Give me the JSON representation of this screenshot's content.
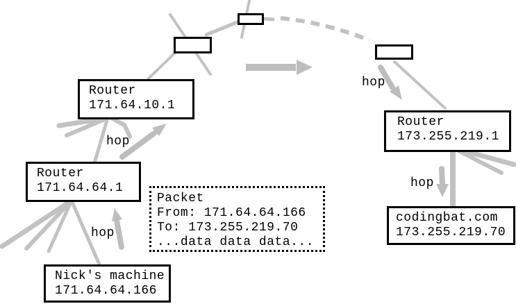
{
  "nodes": {
    "router_a": {
      "name": "Router",
      "ip": "171.64.10.1"
    },
    "router_b": {
      "name": "Router",
      "ip": "171.64.64.1"
    },
    "nick_machine": {
      "name": "Nick's machine",
      "ip": "171.64.64.166"
    },
    "router_c": {
      "name": "Router",
      "ip": "173.255.219.1"
    },
    "codingbat": {
      "name": "codingbat.com",
      "ip": "173.255.219.70"
    }
  },
  "packet": {
    "title": "Packet",
    "from_line": "From: 171.64.64.166",
    "to_line": "To: 173.255.219.70",
    "payload_line": "...data data data..."
  },
  "hop_labels": {
    "hop1": "hop",
    "hop2": "hop",
    "hop3": "hop",
    "hop4": "hop"
  },
  "colors": {
    "line_gray": "#c2c2c2",
    "arrow_gray": "#bdbdbd",
    "box_border": "#000000",
    "background": "#ffffff",
    "text": "#000000"
  }
}
